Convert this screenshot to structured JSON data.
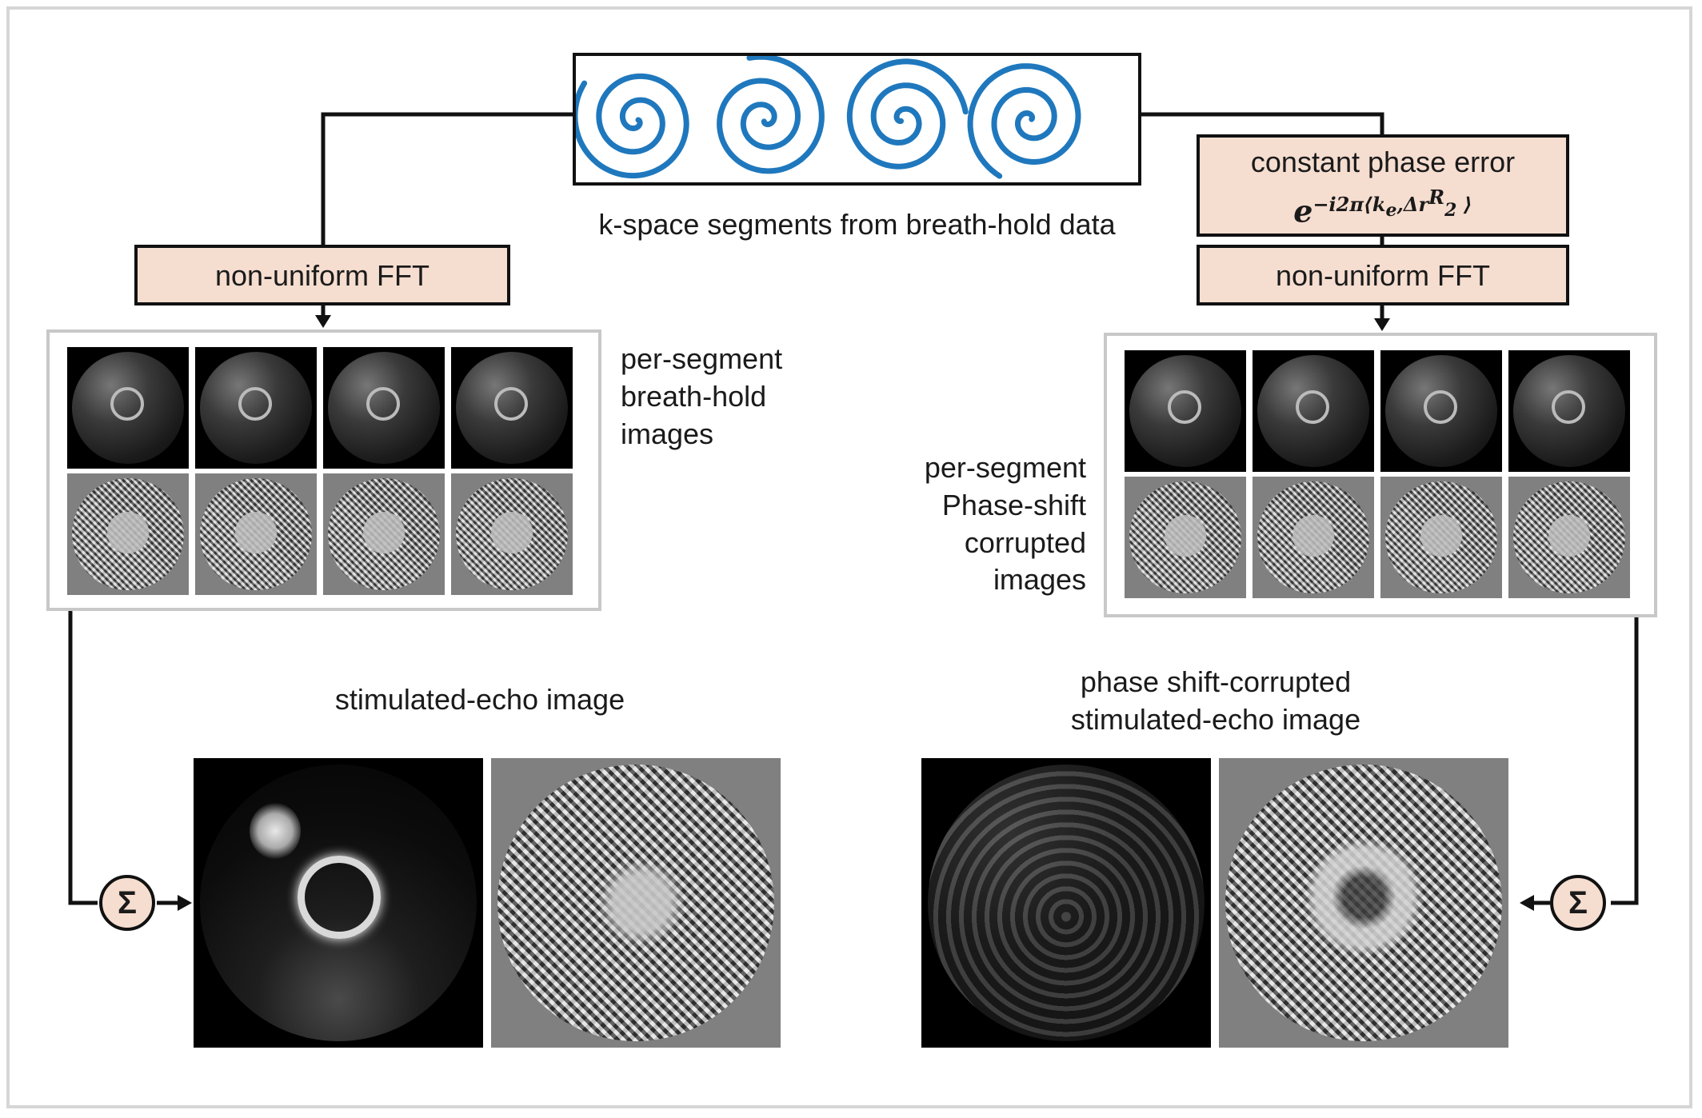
{
  "kspace": {
    "caption": "k-space segments from breath-hold data",
    "spiral_color": "#1f78bd"
  },
  "left": {
    "fft_label": "non-uniform FFT",
    "panel_caption": [
      "per-segment",
      "breath-hold",
      "images"
    ],
    "result_caption": "stimulated-echo image",
    "sum_symbol": "Σ"
  },
  "right": {
    "phase_box_title": "constant phase error",
    "phase_formula": {
      "base": "e",
      "exponent": "−i2π⟨k",
      "sub_e": "e",
      "mid": ",Δr",
      "sup_R": "R",
      "sub_2": "2",
      "close": " ⟩"
    },
    "fft_label": "non-uniform FFT",
    "panel_caption": [
      "per-segment",
      "Phase-shift",
      "corrupted",
      "images"
    ],
    "result_caption": [
      "phase shift-corrupted",
      "stimulated-echo image"
    ],
    "sum_symbol": "Σ"
  },
  "colors": {
    "box_fill": "#f5ddd0",
    "border": "#111111",
    "panel_border": "#c8c8c8"
  }
}
